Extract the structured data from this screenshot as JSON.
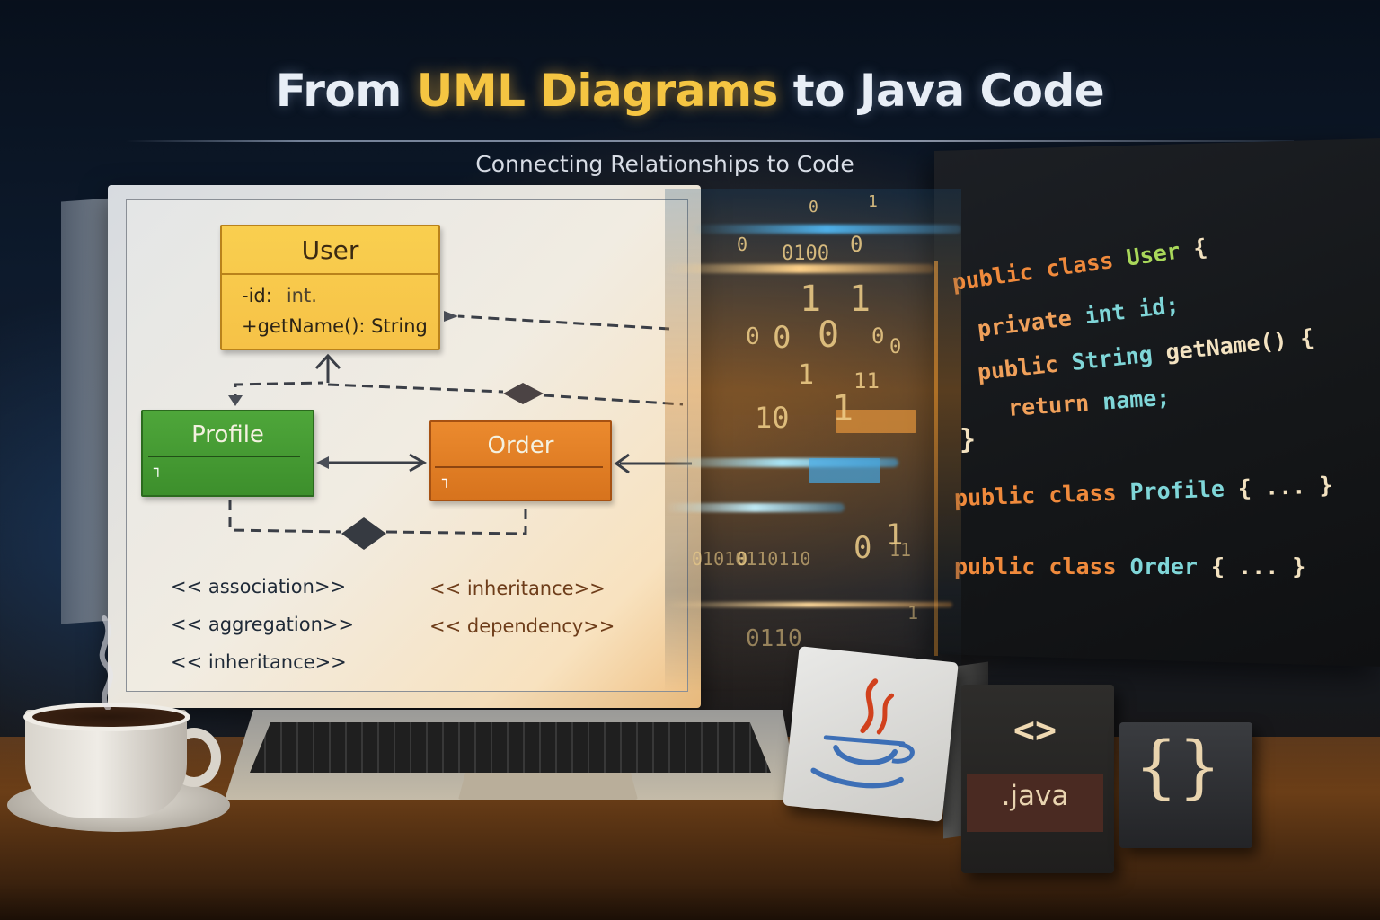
{
  "header": {
    "title_parts": [
      "From ",
      "UML Diagrams",
      " to Java Code"
    ],
    "subtitle": "Connecting Relationships to Code"
  },
  "uml": {
    "user": {
      "name": "User",
      "attribute_name": "-id:",
      "attribute_type": "int.",
      "method": "+getName(): String",
      "color": "#f6c247"
    },
    "profile": {
      "name": "Profile",
      "glyph": "┐",
      "color": "#43982f"
    },
    "order": {
      "name": "Order",
      "glyph": "┐",
      "color": "#e07e25"
    },
    "relationships_left": [
      "<< association>>",
      "<< aggregation>>",
      "<< inheritance>>"
    ],
    "relationships_right": [
      "<< inheritance>>",
      "<< dependency>>"
    ]
  },
  "code": {
    "line1": {
      "kw": "public class ",
      "name": "User",
      "brace": " {"
    },
    "line2": {
      "kw": "private ",
      "type": "int ",
      "rest": "id;"
    },
    "line3": {
      "kw": "public ",
      "type": "String ",
      "rest": "getName() {"
    },
    "line4": {
      "kw": "return ",
      "rest": "name;"
    },
    "line5": "}",
    "line6": {
      "kw": "public class ",
      "name": "Profile",
      "rest": " { ... }"
    },
    "line7": {
      "kw": "public class ",
      "name": "Order",
      "rest": " { ... }"
    }
  },
  "binary_stream": [
    "0",
    "1",
    "0",
    "0100",
    "0",
    "0",
    "1",
    "1",
    "0",
    "0",
    "0",
    "0",
    "1",
    "11",
    "1",
    "10",
    "0",
    "1",
    "01010110110",
    "0",
    "1",
    "11",
    "0110"
  ],
  "tiles": {
    "java_logo": "java-cup-logo",
    "file_extension": ".java",
    "code_glyph": "<>",
    "braces_glyph": "{}"
  }
}
